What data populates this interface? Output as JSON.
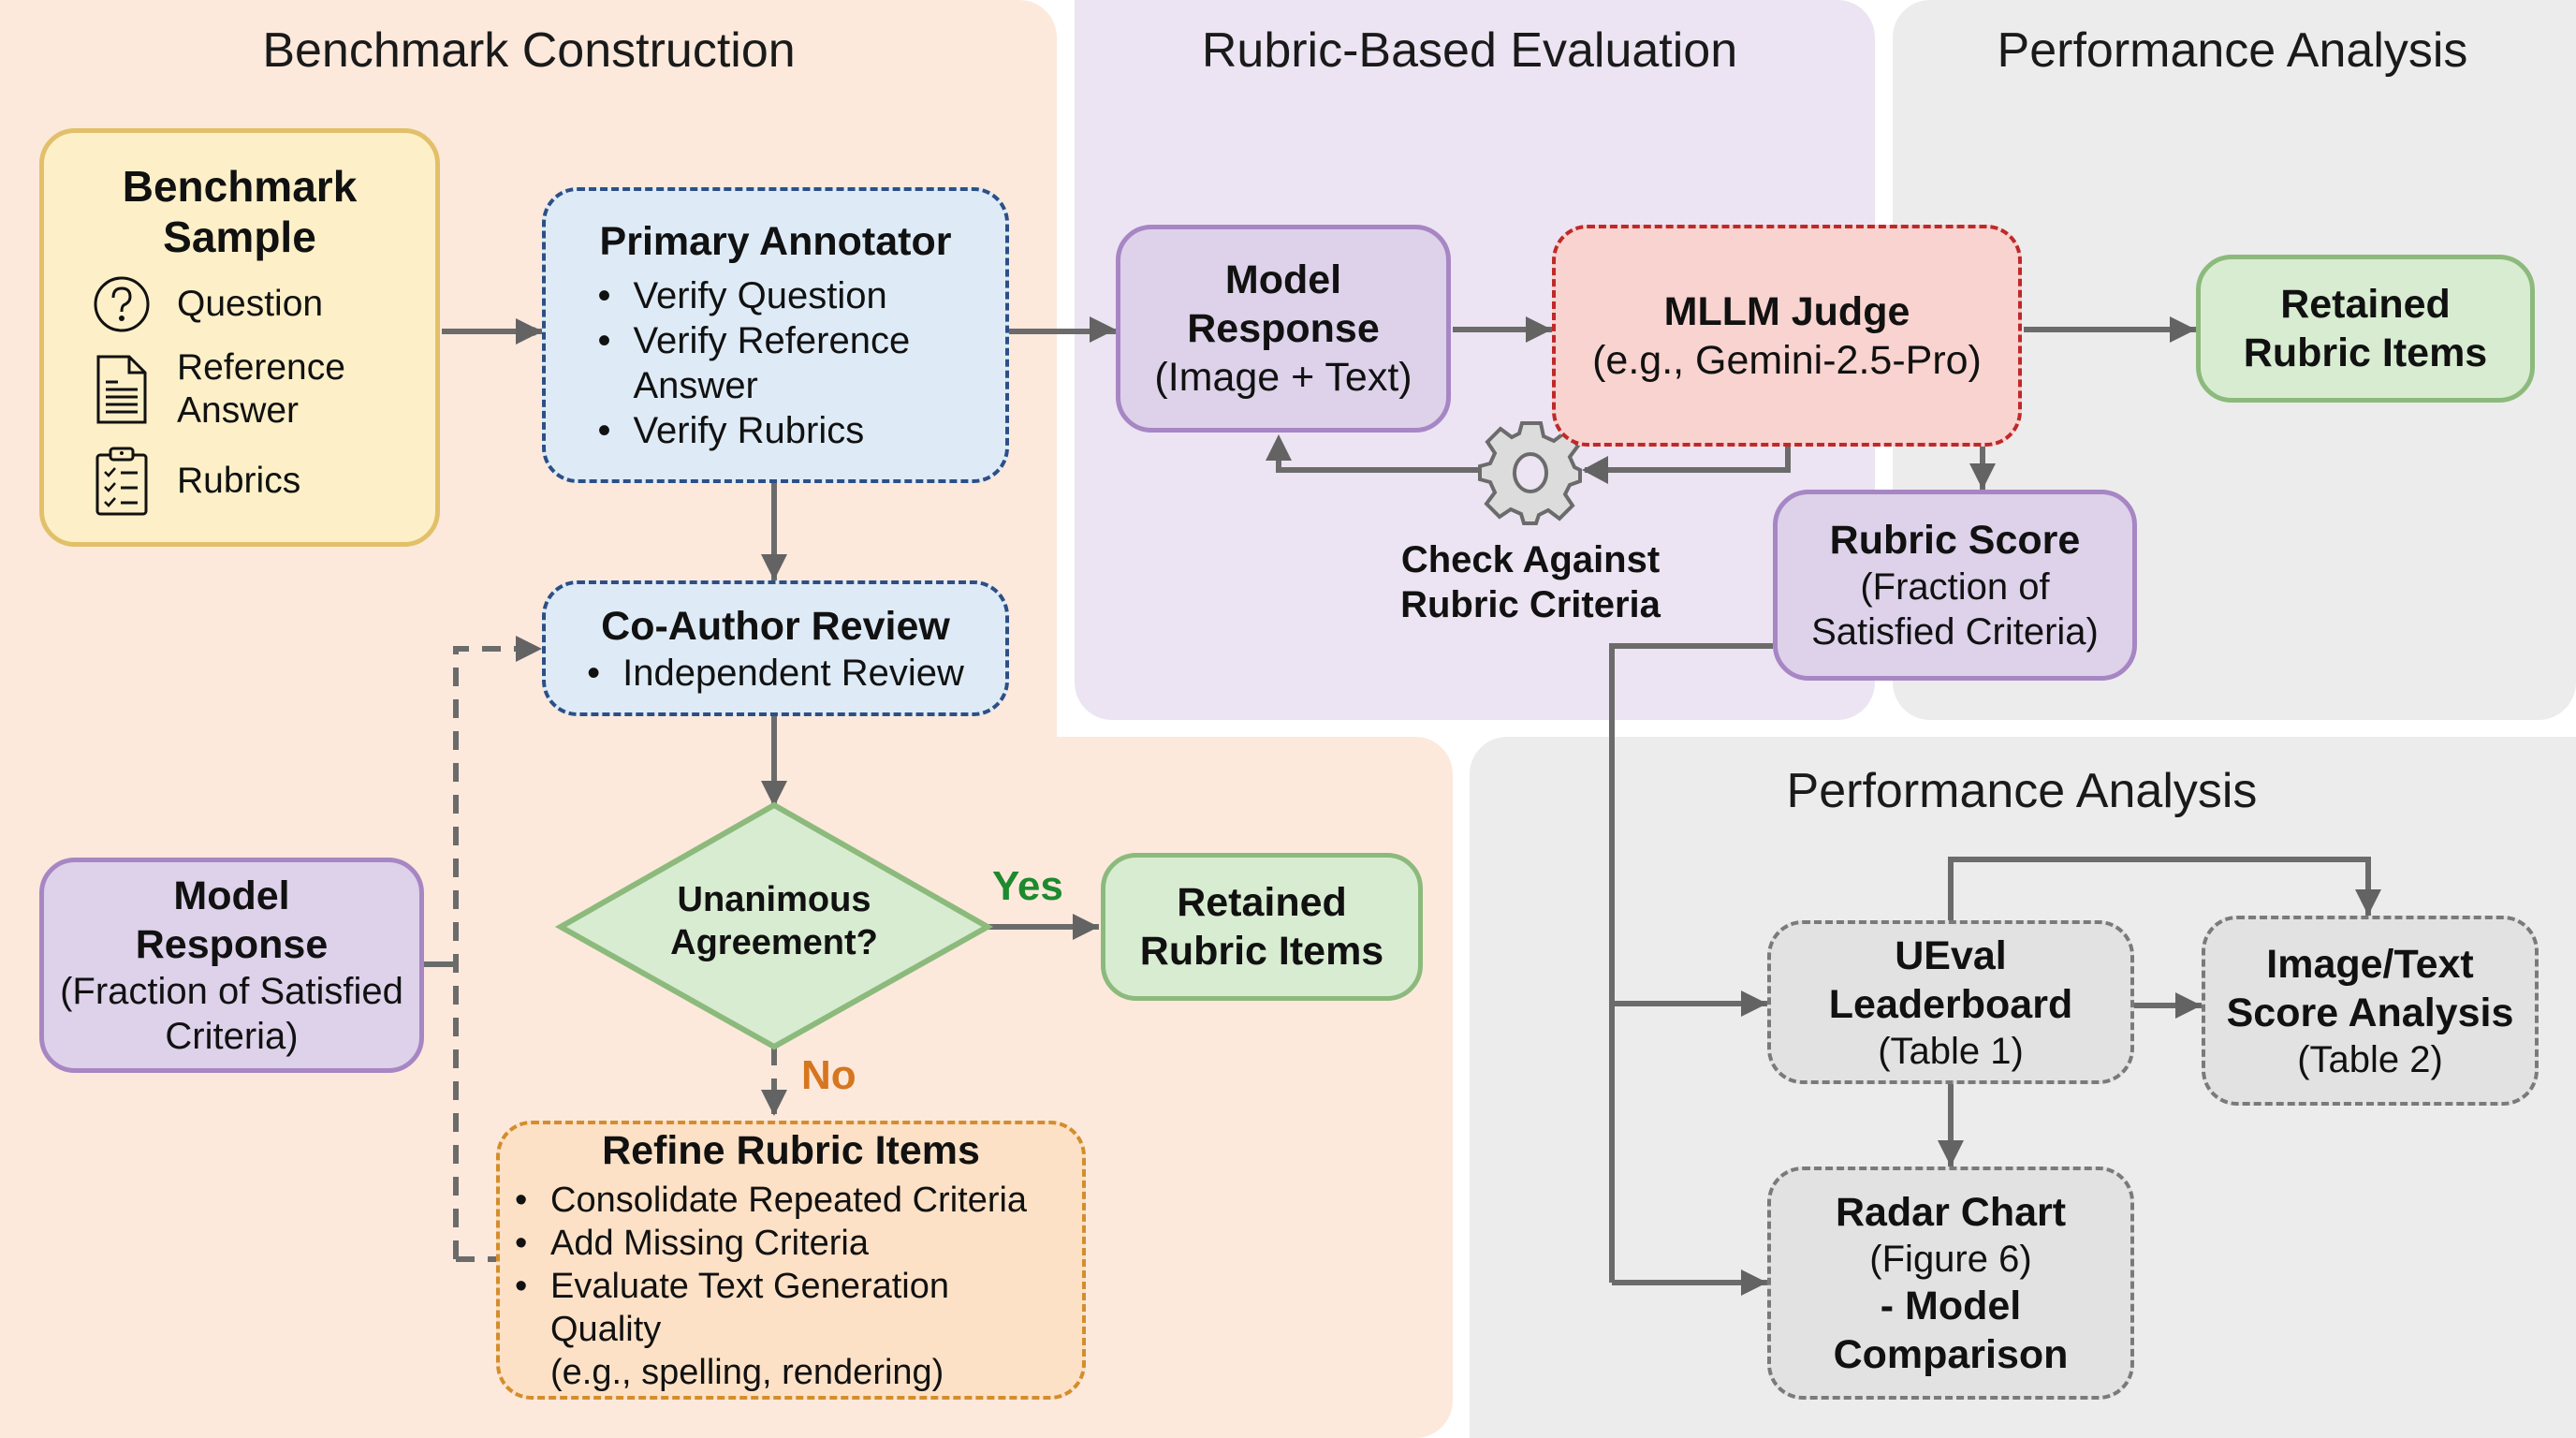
{
  "colors": {
    "orange_panel": "#fce9dc",
    "purple_panel": "#ece4f2",
    "gray_panel": "#ececec",
    "arrow": "#6b6b6b",
    "yes": "#1e8a2e",
    "no": "#d6761f"
  },
  "sections": {
    "construction": "Benchmark Construction",
    "evaluation": "Rubric-Based Evaluation",
    "analysis_top": "Performance Analysis",
    "analysis_bottom": "Performance Analysis"
  },
  "benchmark_sample": {
    "title_line1": "Benchmark",
    "title_line2": "Sample",
    "items": [
      {
        "icon": "question-circle-icon",
        "label": "Question"
      },
      {
        "icon": "document-icon",
        "label_line1": "Reference",
        "label_line2": "Answer"
      },
      {
        "icon": "clipboard-checklist-icon",
        "label": "Rubrics"
      }
    ]
  },
  "primary_annotator": {
    "title": "Primary Annotator",
    "bullets": [
      "Verify Question",
      "Verify Reference Answer",
      "Verify Rubrics"
    ]
  },
  "co_author_review": {
    "title": "Co-Author Review",
    "bullets": [
      "Independent Review"
    ]
  },
  "decision": {
    "line1": "Unanimous",
    "line2": "Agreement?",
    "yes_label": "Yes",
    "no_label": "No"
  },
  "retained_left": {
    "line1": "Retained",
    "line2": "Rubric Items"
  },
  "model_response_left": {
    "line1": "Model",
    "line2": "Response",
    "line3": "(Fraction of Satisfied",
    "line4": "Criteria)"
  },
  "refine": {
    "title": "Refine Rubric Items",
    "bullets": [
      "Consolidate Repeated Criteria",
      "Add Missing Criteria",
      "Evaluate Text Generation Quality"
    ],
    "note": "(e.g., spelling, rendering)"
  },
  "model_response_top": {
    "line1": "Model",
    "line2": "Response",
    "line3": "(Image + Text)"
  },
  "mllm_judge": {
    "line1": "MLLM Judge",
    "line2": "(e.g., Gemini-2.5-Pro)"
  },
  "check_label": {
    "line1": "Check Against",
    "line2": "Rubric Criteria",
    "icon": "gear-icon"
  },
  "retained_right": {
    "line1": "Retained",
    "line2": "Rubric Items"
  },
  "rubric_score": {
    "line1": "Rubric Score",
    "line2": "(Fraction of",
    "line3": "Satisfied Criteria)"
  },
  "ueval": {
    "line1": "UEval",
    "line2": "Leaderboard",
    "line3": "(Table 1)"
  },
  "image_text": {
    "line1": "Image/Text",
    "line2": "Score Analysis",
    "line3": "(Table 2)"
  },
  "radar": {
    "line1": "Radar Chart",
    "line2": "(Figure 6)",
    "line3": "- Model",
    "line4": "Comparison"
  }
}
